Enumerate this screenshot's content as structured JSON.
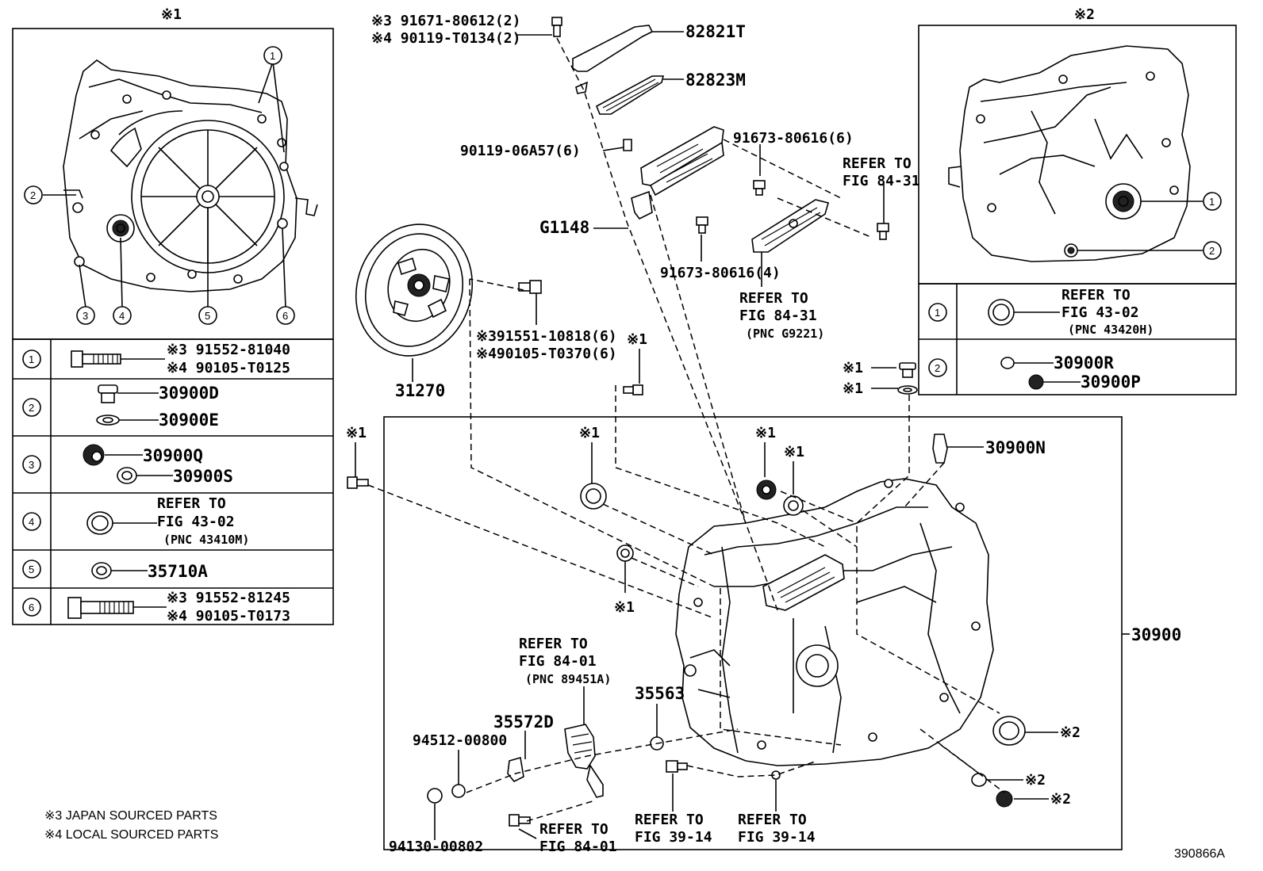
{
  "left_panel": {
    "title": "※1",
    "callouts": [
      "1",
      "2",
      "3",
      "4",
      "5",
      "6"
    ],
    "rows": [
      {
        "num": "1",
        "lines": [
          "※3 91552-81040",
          "※4 90105-T0125"
        ]
      },
      {
        "num": "2",
        "lines": [
          "30900D",
          "30900E"
        ]
      },
      {
        "num": "3",
        "lines": [
          "30900Q",
          "30900S"
        ]
      },
      {
        "num": "4",
        "lines": [
          "REFER TO",
          "FIG 43-02",
          "(PNC 43410M)"
        ]
      },
      {
        "num": "5",
        "lines": [
          "35710A"
        ]
      },
      {
        "num": "6",
        "lines": [
          "※3 91552-81245",
          "※4 90105-T0173"
        ]
      }
    ]
  },
  "right_panel": {
    "title": "※2",
    "callouts": [
      "1",
      "2"
    ],
    "rows": [
      {
        "num": "1",
        "lines": [
          "REFER TO",
          "FIG 43-02",
          "(PNC 43420H)"
        ]
      },
      {
        "num": "2",
        "lines": [
          "30900R",
          "30900P"
        ]
      }
    ]
  },
  "labels": {
    "bolt_top_1": "※3 91671-80612(2)",
    "bolt_top_2": "※4 90119-T0134(2)",
    "p82821T": "82821T",
    "p82823M": "82823M",
    "p90119": "90119-06A57(6)",
    "p91673a": "91673-80616(6)",
    "refer_8431_top_1": "REFER TO",
    "refer_8431_top_2": "FIG 84-31",
    "g1148": "G1148",
    "p91673b": "91673-80616(4)",
    "refer_8431_mid_1": "REFER TO",
    "refer_8431_mid_2": "FIG 84-31",
    "refer_8431_mid_3": "(PNC G9221)",
    "clutch_bolt_1": "※391551-10818(6)",
    "clutch_bolt_2": "※490105-T0370(6)",
    "p31270": "31270",
    "n1_a": "※1",
    "n1_b": "※1",
    "n1_c": "※1",
    "n1_d": "※1",
    "n1_e": "※1",
    "n1_f": "※1",
    "n1_g": "※1",
    "n1_h": "※1",
    "p30900N": "30900N",
    "p30900": "30900",
    "refer_8401_top_1": "REFER TO",
    "refer_8401_top_2": "FIG 84-01",
    "refer_8401_top_3": "(PNC 89451A)",
    "p35563": "35563",
    "p35572D": "35572D",
    "p94512": "94512-00800",
    "p94130": "94130-00802",
    "refer_8401_bot_1": "REFER TO",
    "refer_8401_bot_2": "FIG 84-01",
    "refer_3914_a_1": "REFER TO",
    "refer_3914_a_2": "FIG 39-14",
    "refer_3914_b_1": "REFER TO",
    "refer_3914_b_2": "FIG 39-14",
    "n2_a": "※2",
    "n2_b": "※2",
    "n2_c": "※2",
    "note3": "※3 JAPAN SOURCED PARTS",
    "note4": "※4 LOCAL SOURCED PARTS",
    "diagram_id": "390866A"
  }
}
